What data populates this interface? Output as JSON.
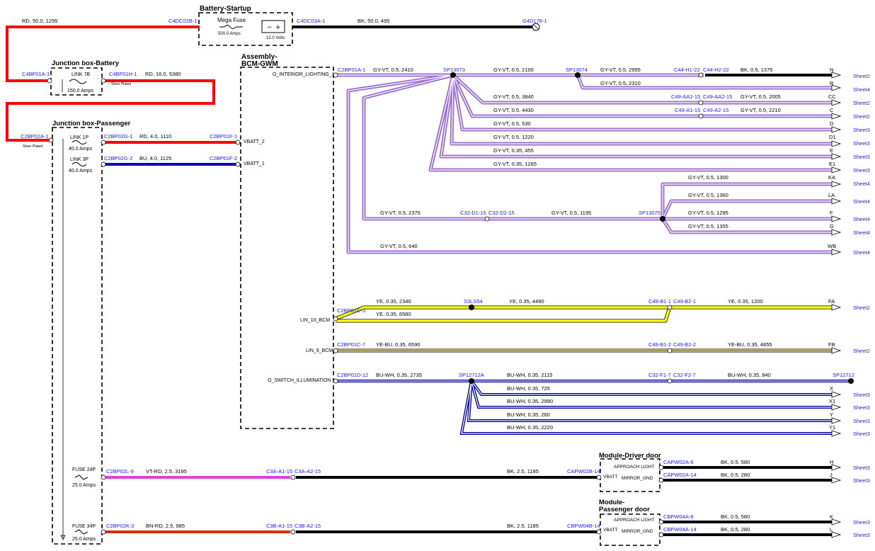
{
  "colors": {
    "red": "#ff0000",
    "black": "#000000",
    "blue": "#0000cc",
    "purple": "#9b72cf",
    "yellow": "#ffff00",
    "magenta": "#e040e0",
    "brownred": "#d43010",
    "link": "#1a1aff"
  },
  "modules": {
    "battery_startup": {
      "title": "Battery-Startup",
      "fuse_name": "Mega Fuse",
      "fuse_rating": "500.0 Amps",
      "battery_volts": "12.0 Volts"
    },
    "jb_battery": {
      "title": "Junction box-Battery",
      "link": "LINK 7B",
      "rating": "150.0 Amps",
      "plating": "Silver Plated"
    },
    "jb_passenger": {
      "title": "Junction box-Passenger",
      "plating": "Silver Plated",
      "link1": "LINK 1P",
      "link1_rating": "40.0 Amps",
      "link3": "LINK 3P",
      "link3_rating": "40.0 Amps",
      "fuse24": "FUSE 24P",
      "fuse24_rating": "25.0 Amps",
      "fuse34": "FUSE 34P",
      "fuse34_rating": "25.0 Amps"
    },
    "bcm": {
      "title_line1": "Assembly-",
      "title_line2": "BCM-GWM",
      "pins": {
        "interior_lighting": "O_INTERIOR_LIGHTING_1",
        "vbatt2": "VBATT_2",
        "vbatt1": "VBATT_1",
        "lin10": "LIN_10_BCM",
        "lin9": "LIN_9_BCM",
        "switch_illum": "O_SWITCH_ILLUMINATION"
      }
    },
    "driver_door": {
      "title": "Module-Driver door",
      "approach": "APPROACH LIGHT",
      "mirror": "MIRROR_GND",
      "vbatt": "VBATT"
    },
    "passenger_door": {
      "title_line1": "Module-",
      "title_line2": "Passenger door",
      "approach": "APPROACH LIGHT",
      "mirror": "MIRROR_GND",
      "vbatt": "VBATT"
    }
  },
  "connectors": {
    "c4dc02b": "C4DC02B-1",
    "c4dc03a": "C4DC03A-1",
    "g4d178": "G4D178-1",
    "c4bf01a": "C4BF01A-1",
    "c4bf01h": "C4BF01H-1",
    "c2bp02a": "C2BP02A-1",
    "c2bp02g1": "C2BP02G-1",
    "c2bp01f1": "C2BP01F-1",
    "c2bp02g2": "C2BP02G-2",
    "c2bp01f2": "C2BP01F-2",
    "c2bp01a1": "C2BP01A-1",
    "sp13073": "SP13073",
    "sp13074": "SP13074",
    "c44h1": "C44-H1-22",
    "c44h2": "C44-H2-22",
    "c49aa1": "C49-AA1-15",
    "c49aa2": "C49-AA2-15",
    "c49a1": "C49-A1-15",
    "c49a2": "C49-A2-15",
    "c32d1": "C32-D1-15",
    "c32d2": "C32-D2-15",
    "sp13075": "SP13075",
    "c2bp01c3": "C2BP01C-3",
    "s3ls54": "S3LS54",
    "c49b11": "C49-B1-1",
    "c49b21": "C49-B2-1",
    "c2bp01c7": "C2BP01C-7",
    "c49b12": "C49-B1-2",
    "c49b22": "C49-B2-2",
    "c2bp01d12": "C2BP01D-12",
    "sp12712a": "SP12712A",
    "c32f1": "C32-F1-7",
    "c32f2": "C32-F2-7",
    "sp12712": "SP12712",
    "c2bp02l9": "C2BP02L-9",
    "c3aa1": "C3A-A1-15",
    "c3aa2": "C3A-A2-15",
    "capw02b": "CAPW02B-14",
    "capw02a6": "CAPW02A-6",
    "capw02a14": "CAPW02A-14",
    "c2bp02k2": "C2BP02K-2",
    "c3ba1": "C3B-A1-15",
    "c3ba2": "C3B-A2-15",
    "cbpw04b": "CBPW04B-14",
    "cbpw04a6": "CBPW04A-6",
    "cbpw04a14": "CBPW04A-14"
  },
  "wires": {
    "w_rd_top": "RD, 50.0, 1295",
    "w_bk_top": "BK, 50.0, 495",
    "w_rd_16": "RD, 16.0, 5380",
    "w_rd_4": "RD, 4.0, 1110",
    "w_bu_4": "BU, 4.0, 1125",
    "w_n1": "GY-VT, 0.5, 2410",
    "w_n2": "GY-VT, 0.5, 2100",
    "w_n3": "GY-VT, 0.5, 2995",
    "w_n4": "BK, 0.5, 1375",
    "w_r": "GY-VT, 0.5, 2310",
    "w_cc1": "GY-VT, 0.5, 3840",
    "w_cc2": "GY-VT, 0.5, 2005",
    "w_c1": "GY-VT, 0.5, 4430",
    "w_c2": "GY-VT, 0.5, 2210",
    "w_d": "GY-VT, 0.5, 530",
    "w_d1": "GY-VT, 0.5, 1220",
    "w_e": "GY-VT, 0.35, 455",
    "w_e1": "GY-VT, 0.35, 1265",
    "w_ka": "GY-VT, 0.5, 1300",
    "w_la": "GY-VT, 0.5, 1360",
    "w_f1": "GY-VT, 0.5, 2375",
    "w_f2": "GY-VT, 0.5, 1195",
    "w_f3": "GY-VT, 0.5, 1295",
    "w_g": "GY-VT, 0.5, 1355",
    "w_wb": "GY-VT, 0.5, 640",
    "w_fa1": "YE, 0.35, 2340",
    "w_fa2": "YE, 0.35, 4490",
    "w_fa3": "YE, 0.35, 1200",
    "w_fa4": "YE, 0.35, 6580",
    "w_fb1": "YE-BU, 0.35, 6590",
    "w_fb2": "YE-BU, 0.35, 4855",
    "w_sw1": "BU-WH, 0.35, 2735",
    "w_sw2": "BU-WH, 0.35, 2115",
    "w_sw3": "BU-WH, 0.35, 840",
    "w_x": "BU-WH, 0.35, 725",
    "w_x1": "BU-WH, 0.35, 2990",
    "w_y": "BU-WH, 0.35, 260",
    "w_y1": "BU-WH, 0.35, 2220",
    "w_vtrd": "VT-RD, 2.5, 3195",
    "w_bk_d1": "BK, 2.5, 1185",
    "w_h": "BK, 0.5, 580",
    "w_j": "BK, 0.5, 280",
    "w_bnrd": "BN-RD, 2.5, 985",
    "w_bk_p1": "BK, 2.5, 1185",
    "w_k": "BK, 0.5, 580",
    "w_l": "BK, 0.5, 280"
  },
  "endpoints": {
    "n": "N",
    "r": "R",
    "cc": "CC",
    "c": "C",
    "d": "D",
    "d1": "D1",
    "e": "E",
    "e1": "E1",
    "ka": "KA",
    "la": "LA",
    "f": "F",
    "g": "G",
    "wb": "WB",
    "fa": "FA",
    "fb": "FB",
    "x": "X",
    "x1": "X1",
    "y": "Y",
    "y1": "Y1",
    "h": "H",
    "j": "J",
    "k": "K",
    "l": "L"
  },
  "sheets": {
    "n": "Sheet2",
    "r": "Sheet4",
    "cc": "Sheet2",
    "c": "Sheet2",
    "d": "Sheet3",
    "d1": "Sheet3",
    "e": "Sheet3",
    "e1": "Sheet3",
    "ka": "Sheet4",
    "la": "Sheet4",
    "f": "Sheet4",
    "g": "Sheet4",
    "wb": "Sheet4",
    "fa": "Sheet2",
    "fb": "Sheet2",
    "x": "Sheet3",
    "x1": "Sheet3",
    "y": "Sheet3",
    "y1": "Sheet3",
    "h": "Sheet3",
    "j": "Sheet3",
    "k": "Sheet3",
    "l": "Sheet3"
  }
}
